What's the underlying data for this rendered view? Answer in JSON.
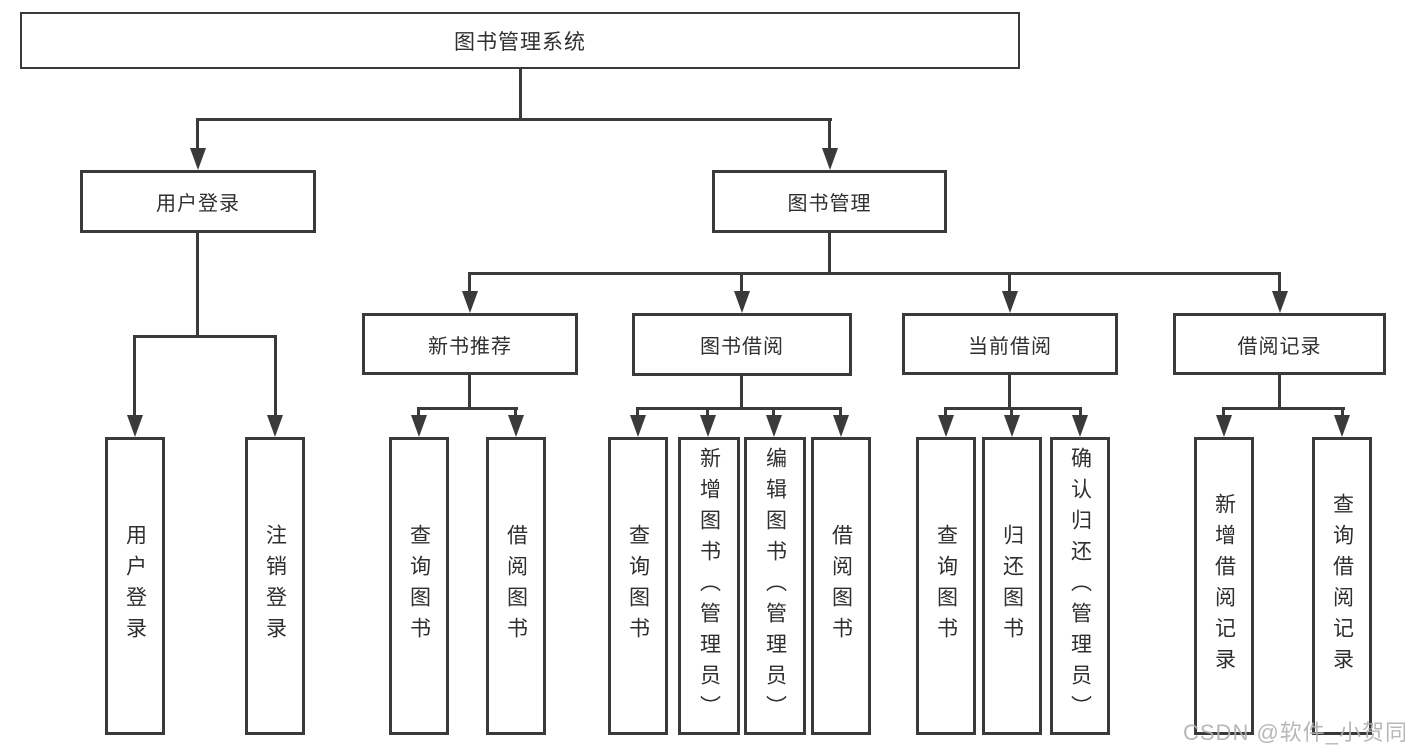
{
  "tree": {
    "label": "图书管理系统",
    "children": [
      {
        "label": "用户登录",
        "children": [
          {
            "label": "用户登录"
          },
          {
            "label": "注销登录"
          }
        ]
      },
      {
        "label": "图书管理",
        "children": [
          {
            "label": "新书推荐",
            "children": [
              {
                "label": "查询图书"
              },
              {
                "label": "借阅图书"
              }
            ]
          },
          {
            "label": "图书借阅",
            "children": [
              {
                "label": "查询图书"
              },
              {
                "label": "新增图书（管理员）"
              },
              {
                "label": "编辑图书（管理员）"
              },
              {
                "label": "借阅图书"
              }
            ]
          },
          {
            "label": "当前借阅",
            "children": [
              {
                "label": "查询图书"
              },
              {
                "label": "归还图书"
              },
              {
                "label": "确认归还（管理员）"
              }
            ]
          },
          {
            "label": "借阅记录",
            "children": [
              {
                "label": "新增借阅记录"
              },
              {
                "label": "查询借阅记录"
              }
            ]
          }
        ]
      }
    ]
  },
  "watermark": {
    "text": "CSDN @软件_小贺同学"
  },
  "colors": {
    "line": "#3a3a3a",
    "text": "#2f2f2f",
    "background": "#ffffff",
    "watermark": "#b2b2b2"
  }
}
